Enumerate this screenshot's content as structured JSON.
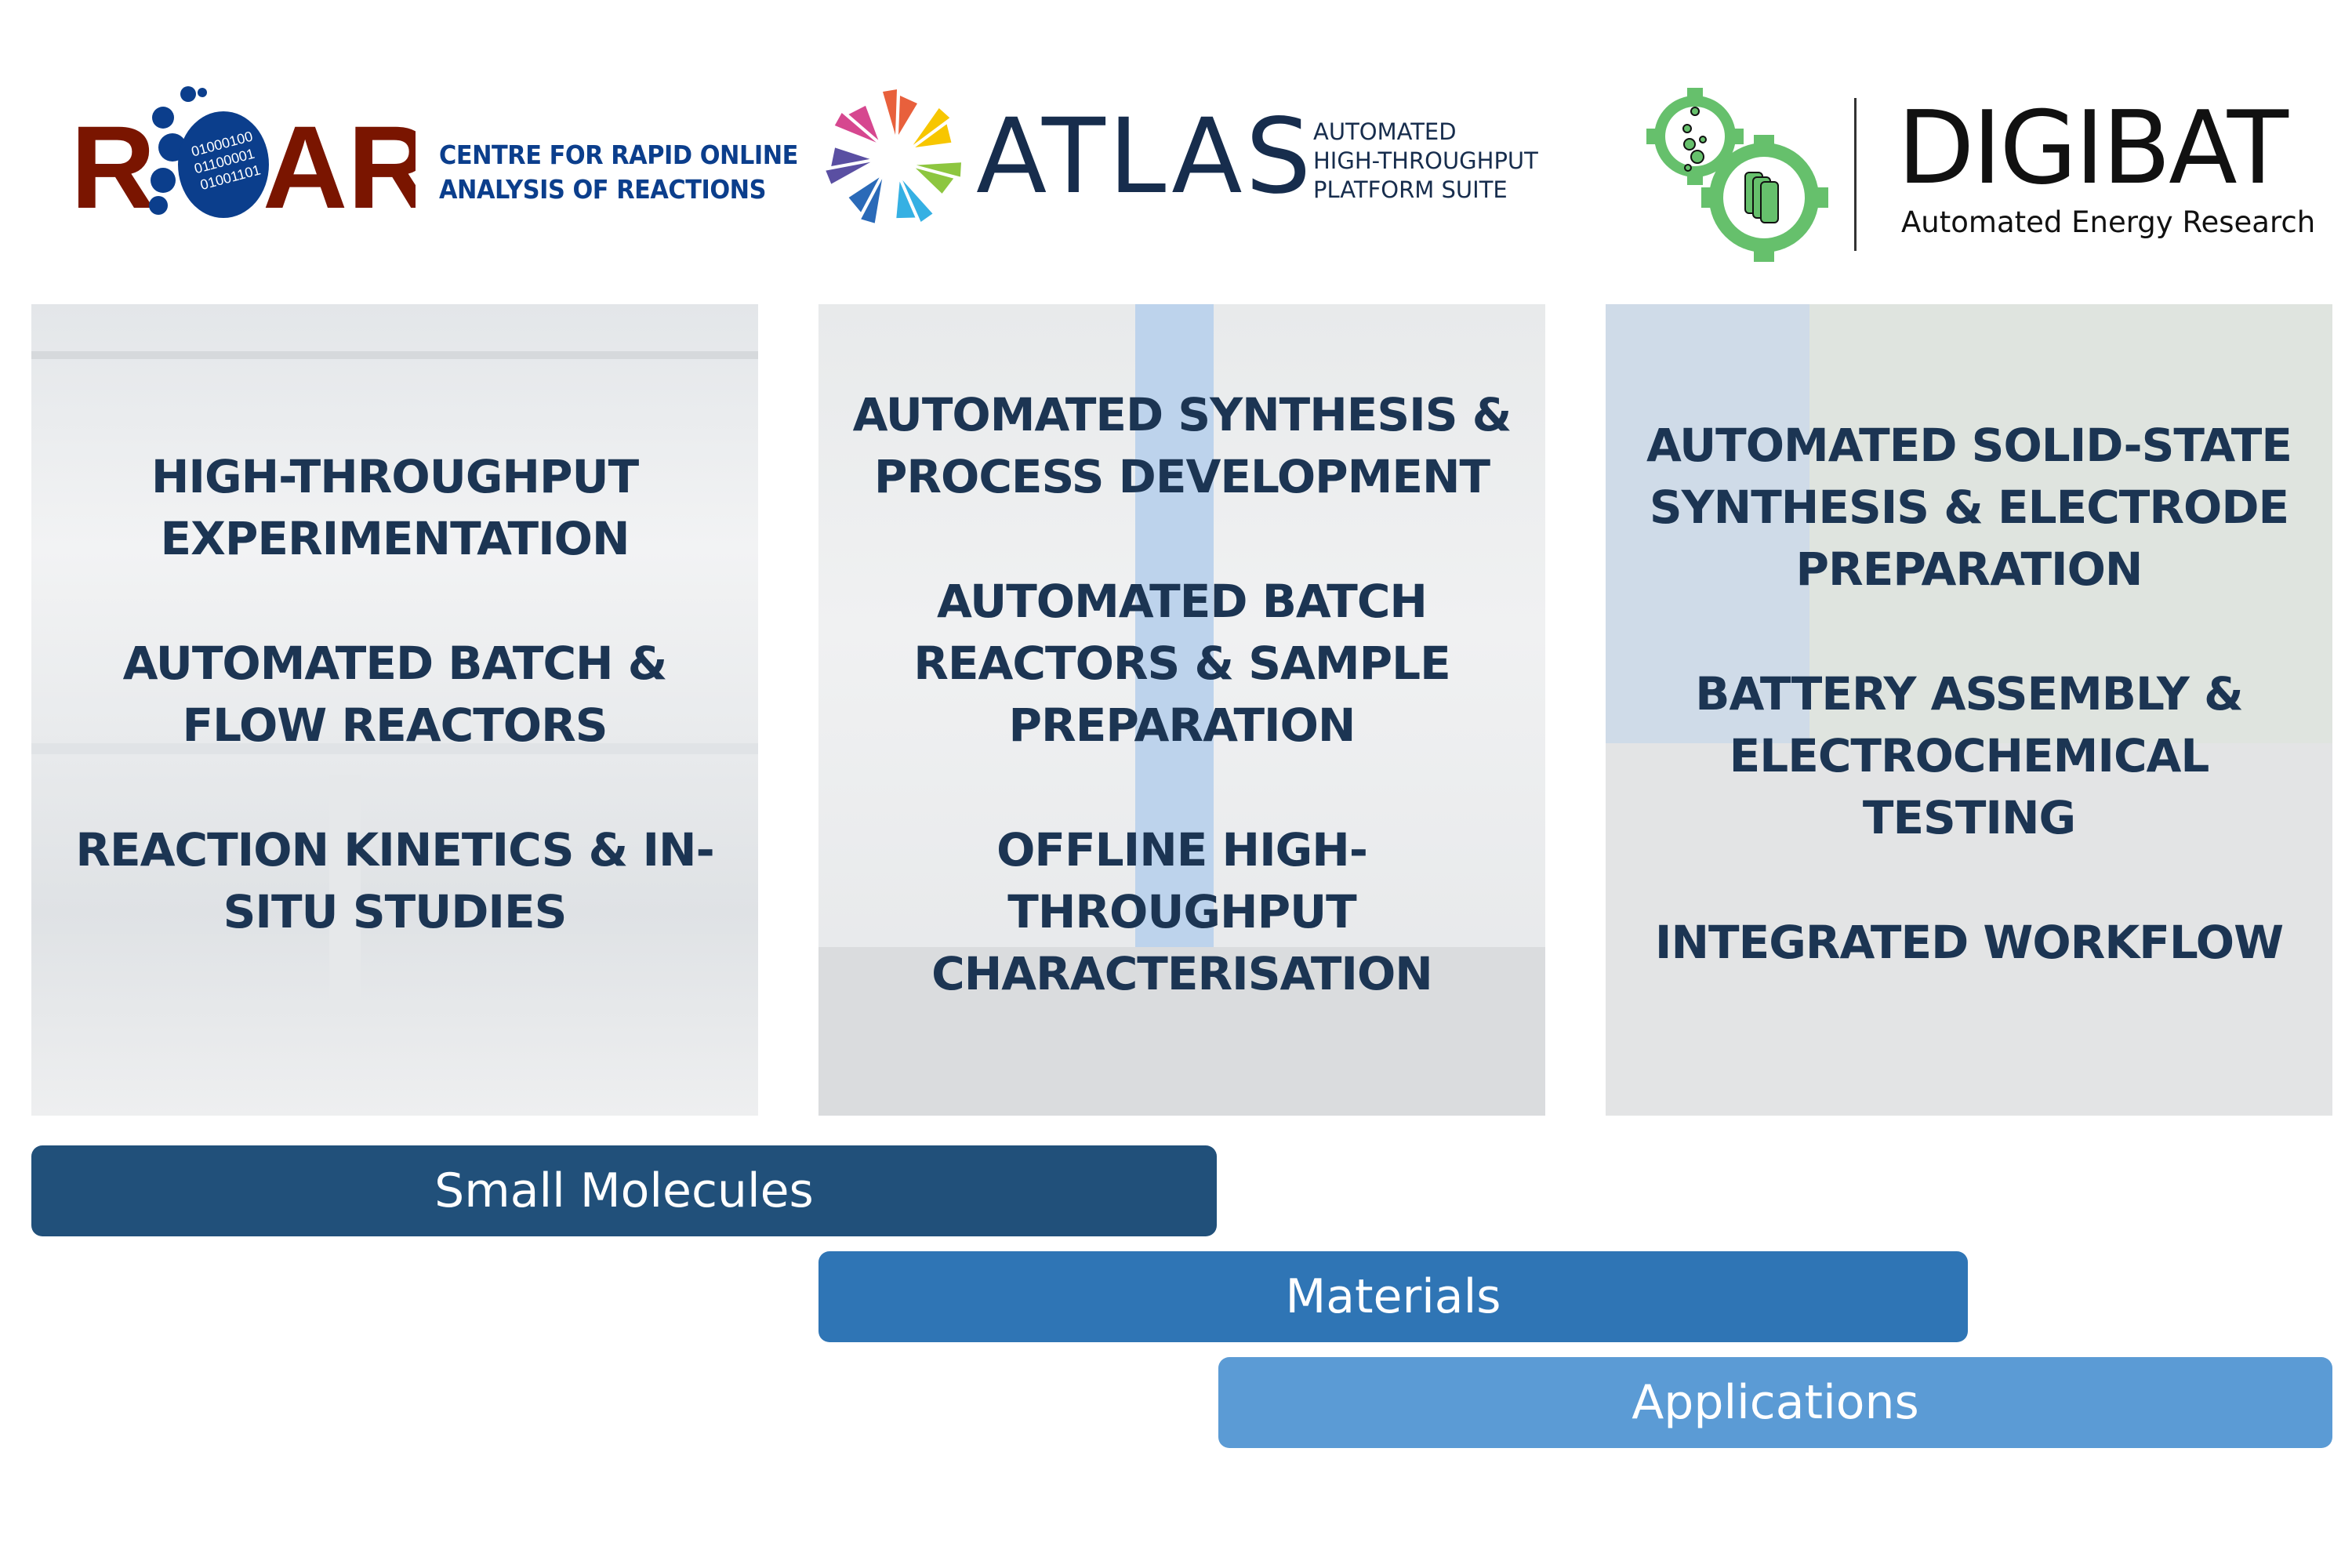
{
  "logos": {
    "roar": {
      "name": "ROAR",
      "binary": [
        "01000100",
        "01100001",
        "01001101"
      ],
      "subtitle_lines": [
        "CENTRE FOR RAPID ONLINE",
        "ANALYSIS OF REACTIONS"
      ]
    },
    "atlas": {
      "name": "ATLAS",
      "subtitle_lines": [
        "AUTOMATED",
        "HIGH-THROUGHPUT",
        "PLATFORM SUITE"
      ]
    },
    "digibat": {
      "name": "DIGIBAT",
      "subtitle": "Automated Energy Research"
    }
  },
  "panels": [
    {
      "items": [
        "HIGH-THROUGHPUT EXPERIMENTATION",
        "AUTOMATED BATCH & FLOW REACTORS",
        "REACTION KINETICS & IN-SITU STUDIES"
      ]
    },
    {
      "items": [
        "AUTOMATED SYNTHESIS & PROCESS DEVELOPMENT",
        "AUTOMATED BATCH REACTORS & SAMPLE PREPARATION",
        "OFFLINE HIGH-THROUGHPUT CHARACTERISATION"
      ]
    },
    {
      "items": [
        "AUTOMATED SOLID-STATE SYNTHESIS & ELECTRODE PREPARATION",
        "BATTERY ASSEMBLY & ELECTROCHEMICAL TESTING",
        "INTEGRATED WORKFLOW"
      ]
    }
  ],
  "bars": [
    {
      "label": "Small Molecules",
      "color": "#21507a"
    },
    {
      "label": "Materials",
      "color": "#2f75b5"
    },
    {
      "label": "Applications",
      "color": "#5b9bd5"
    }
  ],
  "colors": {
    "roar_red": "#7a1500",
    "roar_blue": "#0b3e8c",
    "panel_text": "#1c3553",
    "digibat_green": "#66c06c"
  }
}
